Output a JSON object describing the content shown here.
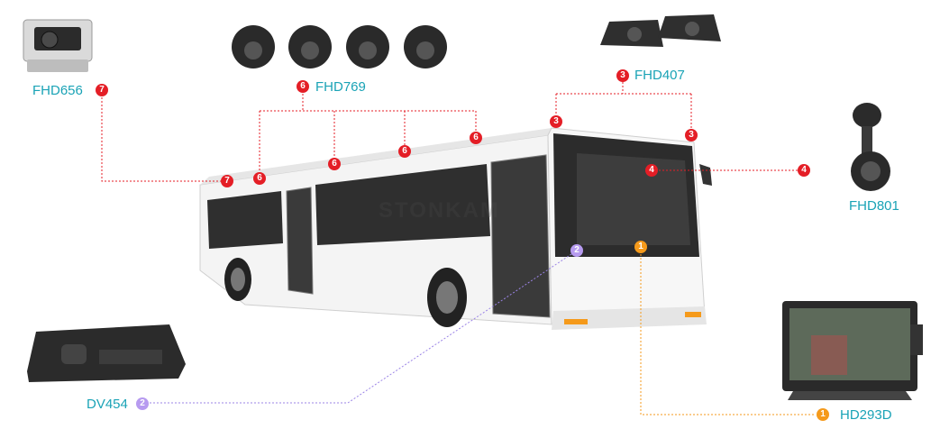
{
  "devices": {
    "fhd656": {
      "name": "FHD656",
      "badge": "7",
      "badge_color": "#e41e26"
    },
    "fhd769": {
      "name": "FHD769",
      "badge": "6",
      "badge_color": "#e41e26"
    },
    "fhd407": {
      "name": "FHD407",
      "badge": "3",
      "badge_color": "#e41e26"
    },
    "fhd801": {
      "name": "FHD801",
      "badge": "4",
      "badge_color": "#e41e26"
    },
    "dv454": {
      "name": "DV454",
      "badge": "2",
      "badge_color": "#b79bf0"
    },
    "hd293d": {
      "name": "HD293D",
      "badge": "1",
      "badge_color": "#f59a1b"
    }
  },
  "watermark": "STONKAM",
  "colors": {
    "label_text": "#1aa3b6",
    "red_line": "#e41e26",
    "purple_line": "#9b84e6",
    "orange_line": "#f59a1b"
  }
}
